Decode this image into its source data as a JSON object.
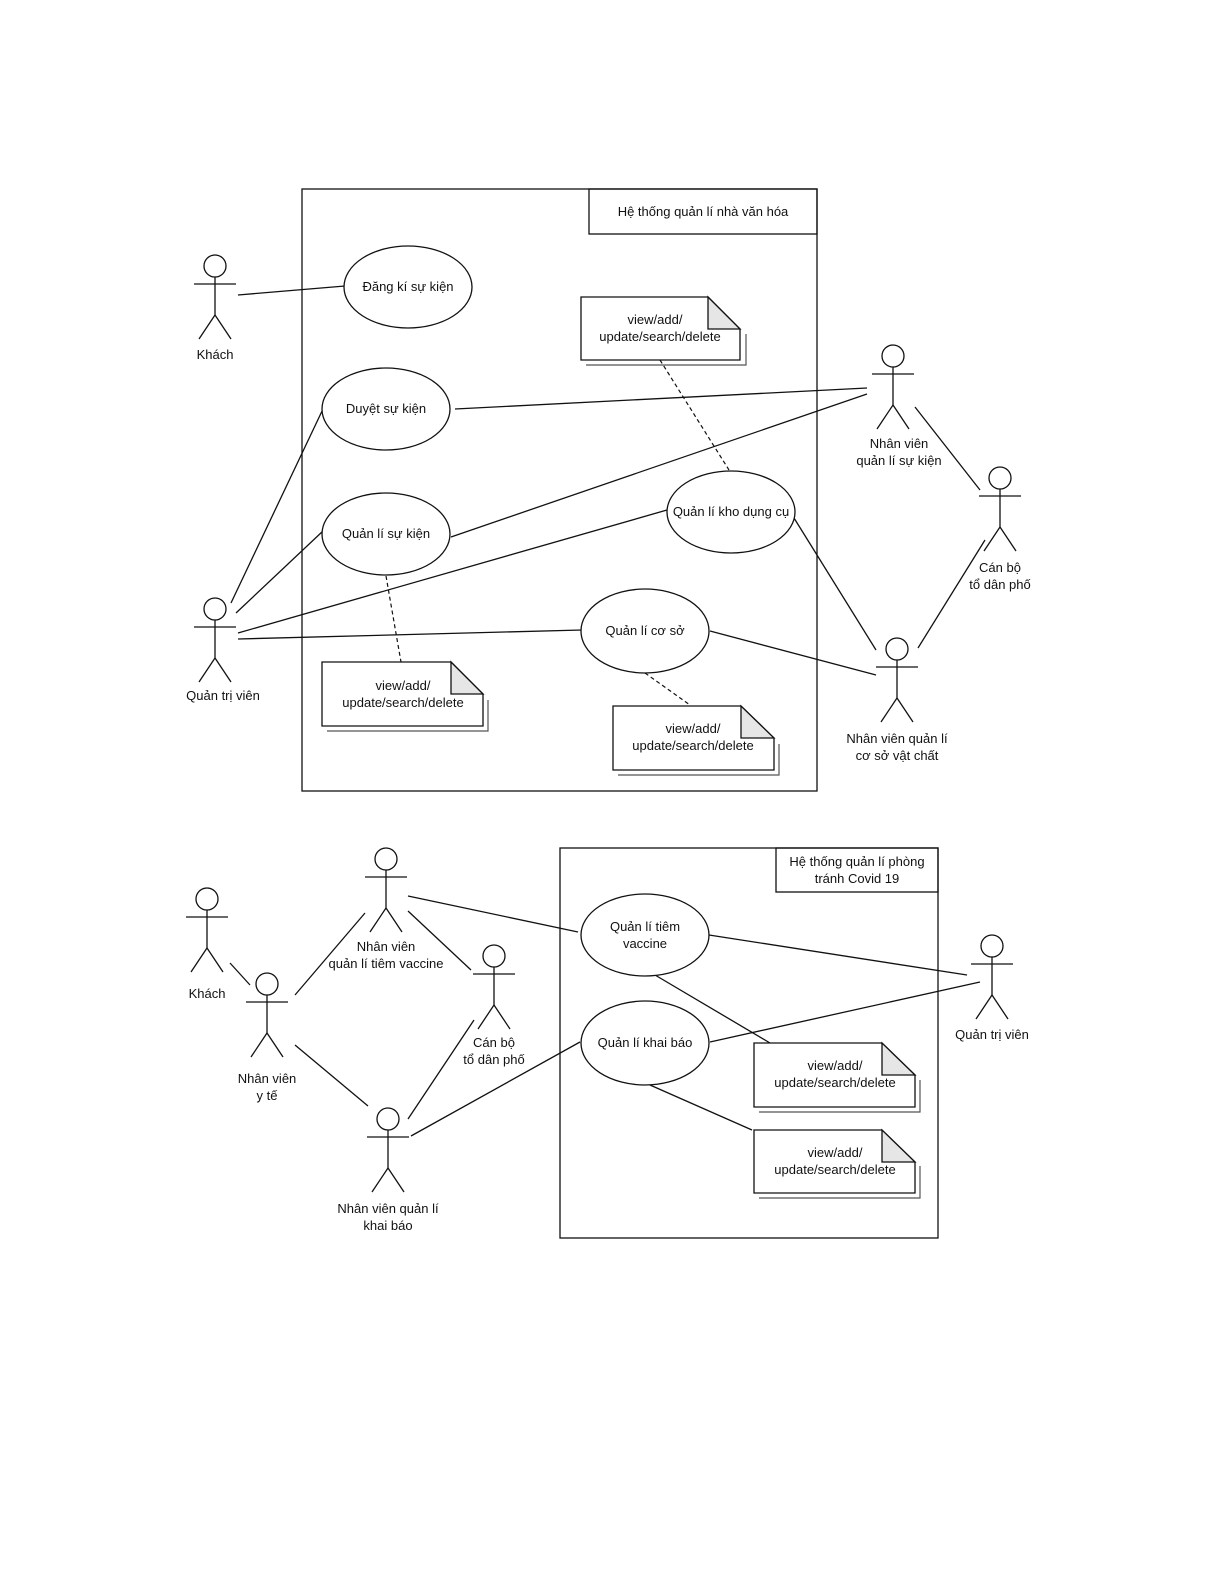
{
  "diagram1": {
    "system_title": "Hệ thống quản lí nhà văn hóa",
    "actors": {
      "khach": "Khách",
      "admin": "Quản trị viên",
      "event_staff": [
        "Nhân viên",
        "quản lí sự kiện"
      ],
      "neighborhood_officer": [
        "Cán bộ",
        "tổ dân phố"
      ],
      "facility_staff": [
        "Nhân viên quản lí",
        "cơ sở vật chất"
      ]
    },
    "use_cases": {
      "register_event": "Đăng kí sự kiện",
      "approve_event": "Duyệt sự kiện",
      "manage_events": "Quản lí sự kiện",
      "manage_equipment": "Quản lí kho dụng cụ",
      "manage_facility": "Quản lí cơ sở"
    },
    "notes": {
      "equipment_note": [
        "view/add/",
        "update/search/delete"
      ],
      "events_note": [
        "view/add/",
        "update/search/delete"
      ],
      "facility_note": [
        "view/add/",
        "update/search/delete"
      ]
    }
  },
  "diagram2": {
    "system_title": [
      "Hệ thống quản lí phòng",
      "tránh Covid 19"
    ],
    "actors": {
      "khach": "Khách",
      "medical_staff": [
        "Nhân viên",
        "y tế"
      ],
      "vaccine_staff": [
        "Nhân viên",
        "quản lí tiêm vaccine"
      ],
      "neighborhood_officer": [
        "Cán bộ",
        "tổ dân phố"
      ],
      "declaration_staff": [
        "Nhân viên quản lí",
        "khai báo"
      ],
      "admin": "Quản trị viên"
    },
    "use_cases": {
      "manage_vaccination": [
        "Quản lí tiêm",
        "vaccine"
      ],
      "manage_declaration": "Quản lí khai báo"
    },
    "notes": {
      "vaccination_note": [
        "view/add/",
        "update/search/delete"
      ],
      "declaration_note": [
        "view/add/",
        "update/search/delete"
      ]
    }
  }
}
